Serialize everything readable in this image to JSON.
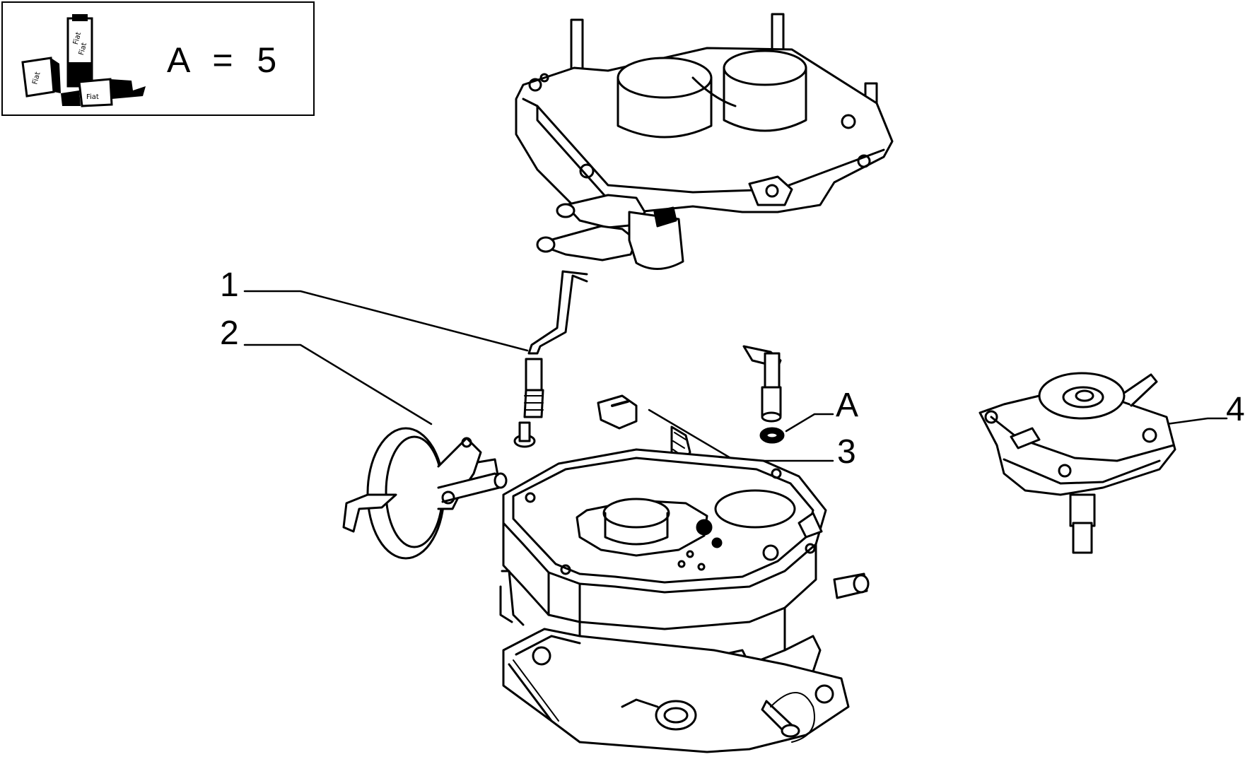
{
  "legend": {
    "text": "A  =  5",
    "icon": "fiat-sealant-tube-icon",
    "icon_lettering": [
      "Fiat",
      "Fiat",
      "Fiat",
      "Fiat"
    ]
  },
  "callouts": {
    "c1": "1",
    "c2": "2",
    "c3": "3",
    "c4": "4",
    "cA": "A"
  },
  "colors": {
    "line": "#000000",
    "background": "#ffffff"
  }
}
